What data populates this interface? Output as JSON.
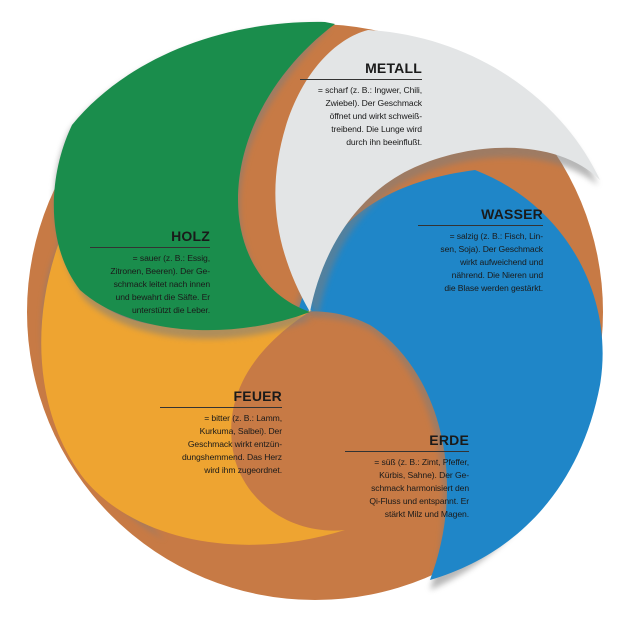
{
  "colors": {
    "metall": "#e3e5e6",
    "wasser": "#1f86c8",
    "erde": "#c77a45",
    "feuer": "#eea431",
    "holz": "#1a8d4c",
    "shadow": "#7d7d7d"
  },
  "elements": {
    "metall": {
      "title": "METALL",
      "lines": [
        "= scharf (z. B.: Ingwer, Chili,",
        "Zwiebel). Der Geschmack",
        "öffnet und wirkt schweiß-",
        "treibend. Die Lunge wird",
        "durch ihn beeinflußt."
      ]
    },
    "wasser": {
      "title": "WASSER",
      "lines": [
        "= salzig (z. B.: Fisch, Lin-",
        "sen, Soja). Der Geschmack",
        "wirkt aufweichend und",
        "nährend. Die Nieren und",
        "die Blase werden gestärkt."
      ]
    },
    "holz": {
      "title": "HOLZ",
      "lines": [
        "= sauer (z. B.: Essig,",
        "Zitronen, Beeren). Der Ge-",
        "schmack leitet nach innen",
        "und bewahrt die Säfte. Er",
        "unterstützt die Leber."
      ]
    },
    "feuer": {
      "title": "FEUER",
      "lines": [
        "= bitter (z. B.: Lamm,",
        "Kurkuma, Salbei). Der",
        "Geschmack wirkt entzün-",
        "dungshemmend. Das Herz",
        "wird ihm zugeordnet."
      ]
    },
    "erde": {
      "title": "ERDE",
      "lines": [
        "= süß (z. B.: Zimt, Pfeffer,",
        "Kürbis, Sahne). Der Ge-",
        "schmack harmonisiert den",
        "Qi-Fluss und entspannt. Er",
        "stärkt Milz und Magen."
      ]
    }
  }
}
